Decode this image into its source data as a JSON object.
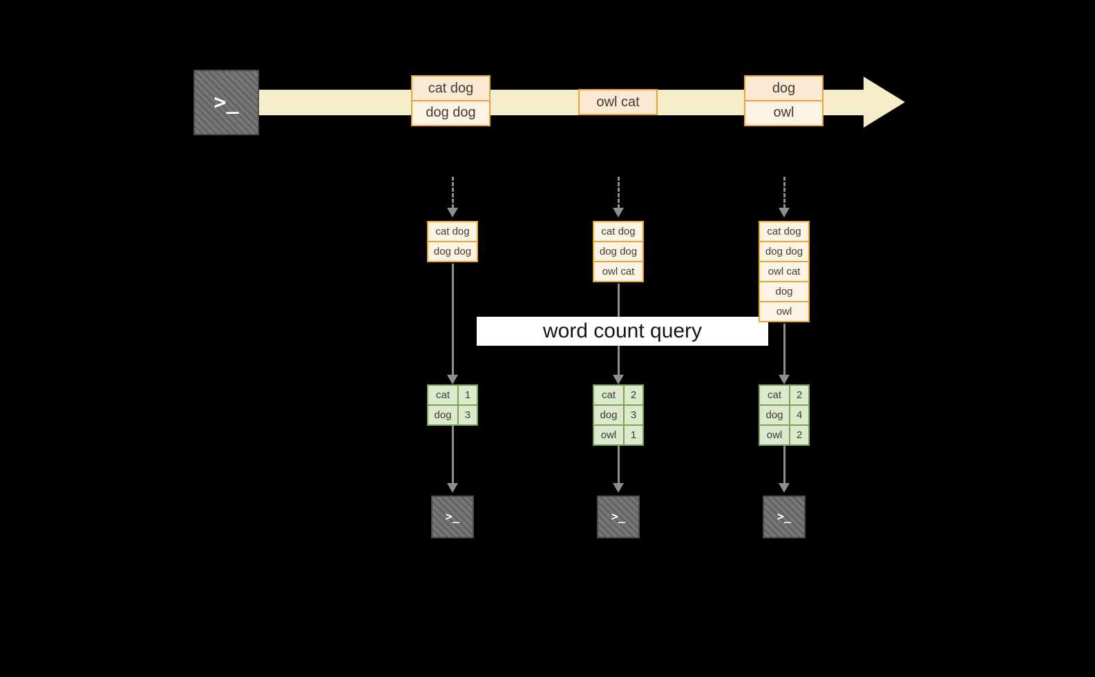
{
  "colors": {
    "stream": "#f7ecc9",
    "obor": "#e8a33c",
    "ofill": "#fbe9d2",
    "ofill2": "#fdf3e3",
    "arrow": "#8f8f8f",
    "gbor": "#7ba155",
    "gfill": "#dce9cc",
    "banner": "#ffffff"
  },
  "terminal": {
    "prompt": ">_"
  },
  "banner": {
    "label": "word count query"
  },
  "stream": {
    "groups": [
      {
        "items": [
          "cat dog",
          "dog dog"
        ]
      },
      {
        "items": [
          "owl cat"
        ]
      },
      {
        "items": [
          "dog",
          "owl"
        ]
      }
    ]
  },
  "columns": [
    {
      "state": [
        "cat dog",
        "dog dog"
      ],
      "result": [
        {
          "word": "cat",
          "count": "1"
        },
        {
          "word": "dog",
          "count": "3"
        }
      ]
    },
    {
      "state": [
        "cat dog",
        "dog dog",
        "owl cat"
      ],
      "result": [
        {
          "word": "cat",
          "count": "2"
        },
        {
          "word": "dog",
          "count": "3"
        },
        {
          "word": "owl",
          "count": "1"
        }
      ]
    },
    {
      "state": [
        "cat dog",
        "dog dog",
        "owl cat",
        "dog",
        "owl"
      ],
      "result": [
        {
          "word": "cat",
          "count": "2"
        },
        {
          "word": "dog",
          "count": "4"
        },
        {
          "word": "owl",
          "count": "2"
        }
      ]
    }
  ]
}
